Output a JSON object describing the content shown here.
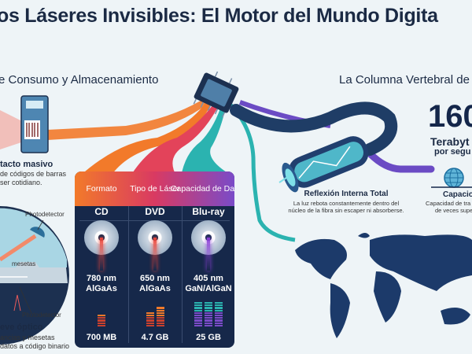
{
  "title": "os Láseres Invisibles: El Motor del Mundo Digita",
  "left_section": {
    "heading": "e Consumo y Almacenamiento",
    "barcode": {
      "title": "tacto masivo",
      "lines": [
        "de códigos de barras",
        "ser cotidiano."
      ]
    },
    "optical": {
      "labels": {
        "photodetector_top": "Photodetector",
        "mesetas": "mesetas",
        "photodetector_bottom": "Photodetector"
      },
      "title": "eve óptico",
      "lines": [
        "ancias y mesetas",
        "datos a código binario"
      ]
    }
  },
  "table": {
    "headers": [
      "Formato",
      "Tipo de Láser",
      "Capacidad de Datos"
    ],
    "rows": [
      {
        "format": "CD",
        "wavelength": "780 nm",
        "material": "AlGaAs",
        "capacity": "700 MB",
        "color": "#e8453a"
      },
      {
        "format": "DVD",
        "wavelength": "650 nm",
        "material": "AlGaAs",
        "capacity": "4.7 GB",
        "color": "#e8453a"
      },
      {
        "format": "Blu-ray",
        "wavelength": "405 nm",
        "material": "GaN/AlGaN",
        "capacity": "25 GB",
        "color": "#8a3fd6"
      }
    ]
  },
  "right_section": {
    "heading": "La Columna Vertebral de I",
    "fiber": {
      "title": "Reflexión Interna Total",
      "lines": [
        "La luz rebota constantemente dentro del",
        "núcleo de la fibra sin escaper ni absorberse."
      ]
    },
    "stat": {
      "value": "160",
      "unit": "Terabyt",
      "per": "por segu"
    },
    "capacity": {
      "title": "Capacio",
      "lines": [
        "Capacidad de tra",
        "de veces supe"
      ]
    }
  },
  "colors": {
    "navy": "#16284a",
    "orange": "#f27a2a",
    "pink": "#e3435a",
    "teal": "#2bb3b0",
    "purple": "#6b4bc4",
    "background": "#eef4f7"
  }
}
